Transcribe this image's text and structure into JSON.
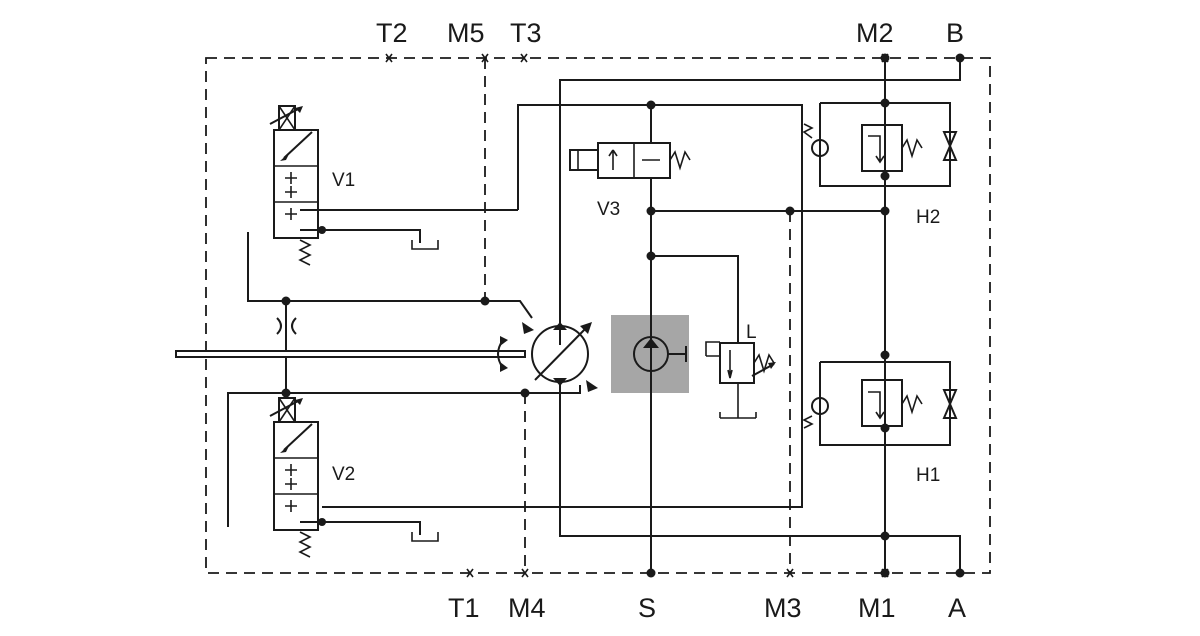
{
  "ports": {
    "T2": "T2",
    "M5": "M5",
    "T3": "T3",
    "M2": "M2",
    "B": "B",
    "T1": "T1",
    "M4": "M4",
    "S": "S",
    "M3": "M3",
    "M1": "M1",
    "A": "A"
  },
  "components": {
    "V1": "V1",
    "V2": "V2",
    "V3": "V3",
    "L": "L",
    "H1": "H1",
    "H2": "H2"
  },
  "colors": {
    "line": "#1a1a1a",
    "highlight": "#a6a6a6"
  }
}
